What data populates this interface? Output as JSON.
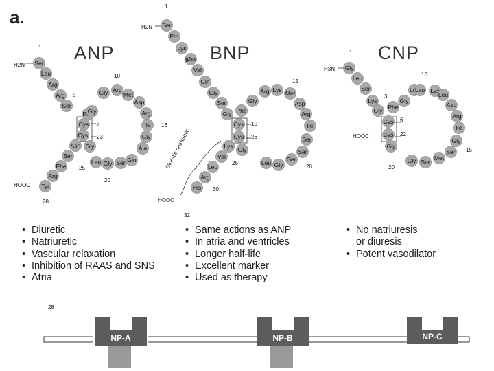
{
  "panel_label": "a.",
  "peptides": [
    {
      "name": "ANP",
      "n_term": "H2N",
      "c_term": "HOOC",
      "residues": [
        "Ser",
        "Leu",
        "Arg",
        "Arg",
        "Ser",
        "Phe",
        "Cys",
        "Cys",
        "Asn",
        "Ser",
        "Phe",
        "Arg",
        "Tyr",
        "Gly",
        "Arg",
        "Met",
        "Asp",
        "Arg",
        "Ile",
        "Gly",
        "Ala",
        "Gln",
        "Ser",
        "Gly",
        "Leu",
        "Gly",
        "Gly"
      ],
      "numbers": [
        "1",
        "5",
        "7",
        "10",
        "16",
        "23",
        "25",
        "20",
        "28"
      ]
    },
    {
      "name": "BNP",
      "n_term": "H2N",
      "c_term": "HOOC",
      "residues": [
        "Ser",
        "Pro",
        "Lys",
        "Met",
        "Val",
        "Gln",
        "Gly",
        "Ser",
        "Gly",
        "Phe",
        "Cys",
        "Cys",
        "Lys",
        "Val",
        "Leu",
        "Arg",
        "His",
        "Gly",
        "Arg",
        "Lys",
        "Met",
        "Asp",
        "Arg",
        "Ile",
        "Ser",
        "Ser",
        "Ser",
        "Gly",
        "Leu",
        "Gly"
      ],
      "numbers": [
        "1",
        "5",
        "10",
        "15",
        "26",
        "25",
        "20",
        "30",
        "32"
      ],
      "annotation": "Diuretic natriuretic"
    },
    {
      "name": "CNP",
      "n_term": "H3N",
      "c_term": "HOOC",
      "residues": [
        "Gly",
        "Leu",
        "Ser",
        "Lys",
        "Gly",
        "Phe",
        "Cys",
        "Cys",
        "Gly",
        "Leu",
        "Gly",
        "Leu",
        "Lys",
        "Leu",
        "Asp",
        "Arg",
        "Ile",
        "Gly",
        "Ser",
        "Met",
        "Ser",
        "Gly"
      ],
      "numbers": [
        "1",
        "3",
        "6",
        "10",
        "22",
        "15",
        "20"
      ]
    }
  ],
  "descriptions": {
    "anp": [
      "Diuretic",
      "Natriuretic",
      "Vascular relaxation",
      "Inhibition of RAAS and SNS",
      "Atria"
    ],
    "bnp": [
      "Same actions as ANP",
      "In atria and ventricles",
      "Longer half-life",
      "Excellent marker",
      "Used as therapy"
    ],
    "cnp": [
      "No natriuresis",
      "or diuresis",
      "Potent vasodilator"
    ]
  },
  "bullet_char": "•",
  "receptors": {
    "small_label": "28",
    "items": [
      "NP-A",
      "NP-B",
      "NP-C"
    ],
    "colors": {
      "top": "#5c5c5c",
      "bottom": "#9a9a9a",
      "membrane": "#333333"
    }
  }
}
